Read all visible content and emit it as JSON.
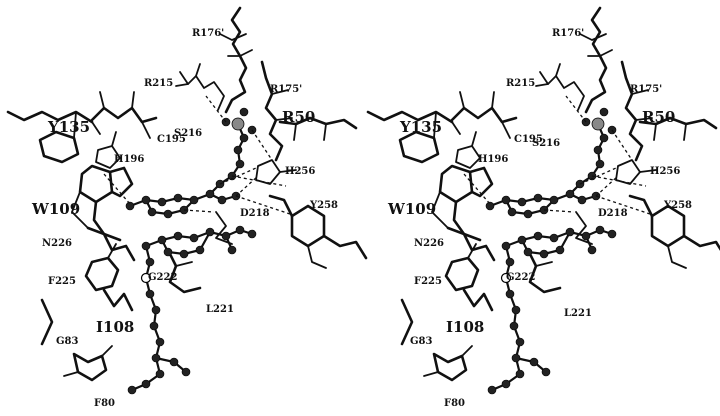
{
  "labels": {
    "r176": "R176'",
    "r215": "R215",
    "r175": "R175'",
    "r50": "R50",
    "y135": "Y135",
    "c195": "C195",
    "s216": "S216",
    "h196": "H196",
    "h256": "H256",
    "w109": "W109",
    "d218": "D218",
    "y258": "Y258",
    "n226": "N226",
    "g222": "G222",
    "f225": "F225",
    "l221": "L221",
    "i108": "I108",
    "g83": "G83",
    "f80": "F80"
  }
}
